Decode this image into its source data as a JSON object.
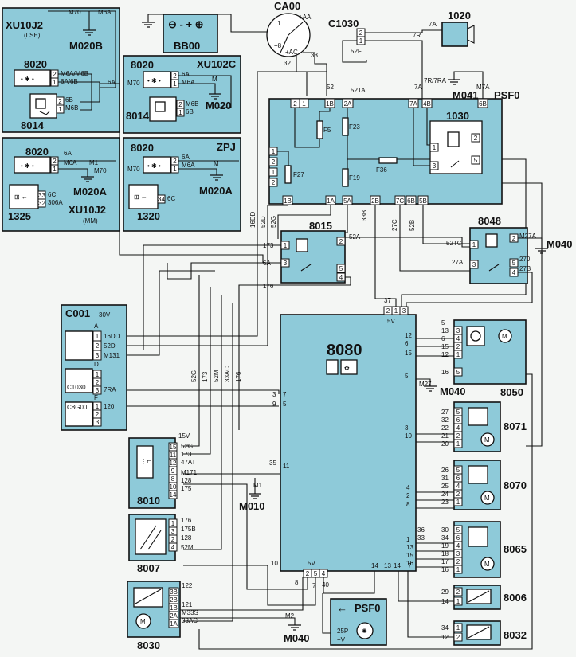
{
  "components": {
    "xu10j2_top": "XU10J2",
    "xu10j2_top_sub": "(LSE)",
    "m020b": "M020B",
    "m70_top": "M70",
    "m6a_top": "M6A",
    "c8020_a": "8020",
    "c8014_a": "8014",
    "m6a_m6b": "M6A/M6B",
    "a6a_6b": "6A/6B",
    "w6a": "6A",
    "w6b": "6B",
    "wm6b": "M6B",
    "c8020_b": "8020",
    "xu102c": "XU102C",
    "m020": "M020",
    "c8014_b": "8014",
    "c8020_c": "8020",
    "zpj": "ZPJ",
    "m020a_c": "M020A",
    "c1320": "1320",
    "c8020_d": "8020",
    "m020a_d": "M020A",
    "c1325": "1325",
    "xu10j2_bot": "XU10J2",
    "xu10j2_bot_sub": "(MM)",
    "bb00": "BB00",
    "ca00": "CA00",
    "c1030": "C1030",
    "c1020": "1020",
    "psf0": "PSF0",
    "m041": "M041",
    "c1030_relay": "1030",
    "f5": "F5",
    "f23": "F23",
    "f27": "F27",
    "f19": "F19",
    "f36": "F36",
    "c8015": "8015",
    "c8048": "8048",
    "m040_r": "M040",
    "c001": "C001",
    "c001_v": "30V",
    "c001_a": "A",
    "c001_d": "D",
    "c001_f": "F",
    "c1030_c": "C1030",
    "c8g00": "C8G00",
    "ecu": "8080",
    "c8050": "8050",
    "m27": "M27",
    "m040_mid": "M040",
    "c8071": "8071",
    "c8070": "8070",
    "c8065": "8065",
    "c8006": "8006",
    "c8032": "8032",
    "c8010": "8010",
    "c8010_v": "15V",
    "m010": "M010",
    "c8007": "8007",
    "c8030": "8030",
    "m040_bot": "M040",
    "psf0_bot": "PSF0",
    "v5_top": "5V",
    "v5_bot": "5V",
    "w25p": "25P",
    "wplusv": "+V"
  },
  "wires": {
    "w7a": "7A",
    "w7r": "7R",
    "w52f": "52F",
    "w32": "32",
    "w33": "33",
    "w52": "52",
    "w52ta": "52TA",
    "w7r7ra": "7R/7RA",
    "w7a_b": "7A",
    "w4b": "4B",
    "wm7a": "M7A",
    "w6b_p": "6B",
    "w16dd": "16DD",
    "w52d": "52D",
    "w52g": "52G",
    "w52a": "52A",
    "w33b": "33B",
    "w27c": "27C",
    "w52b": "52B",
    "w52tc": "52TC",
    "wm27a": "M27A",
    "w27a": "27A",
    "w27b": "27B",
    "w270": "270",
    "w173": "173",
    "w176": "176",
    "w6a_8015": "6A",
    "w52g_v": "52G",
    "w173_v": "173",
    "w52m_v": "52M",
    "w33ac_v": "33AC",
    "w176_v": "176",
    "wm131": "M131",
    "w7ra": "7RA",
    "w120": "120",
    "w47at": "47AT",
    "wm171": "M171",
    "w128": "128",
    "w175": "175",
    "w175b": "175B",
    "w52m": "52M",
    "w122": "122",
    "w121": "121",
    "wm33s": "M33S",
    "w33ac": "33AC"
  }
}
